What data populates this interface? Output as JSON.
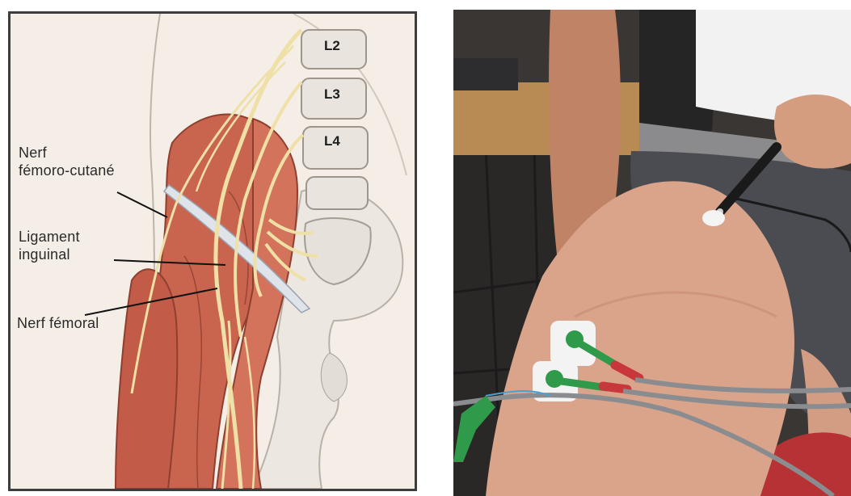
{
  "figure": {
    "left_panel": {
      "vertebrae": [
        "L2",
        "L3",
        "L4"
      ],
      "labels": {
        "nerf_femoro_cutane_line1": "Nerf",
        "nerf_femoro_cutane_line2": "fémoro-cutané",
        "ligament_inguinal_line1": "Ligament",
        "ligament_inguinal_line2": "inguinal",
        "nerf_femoral": "Nerf fémoral"
      },
      "colors": {
        "muscle": "#c9654f",
        "nerve": "#efe0a8",
        "bone": "#e9e4de",
        "ligament": "#dfe3ea"
      }
    },
    "right_panel": {
      "colors": {
        "skin": "#d9a48a",
        "shorts": "#4a4c52",
        "electrode_cap": "#2f9a4a",
        "lead_red": "#c8383a"
      }
    }
  }
}
